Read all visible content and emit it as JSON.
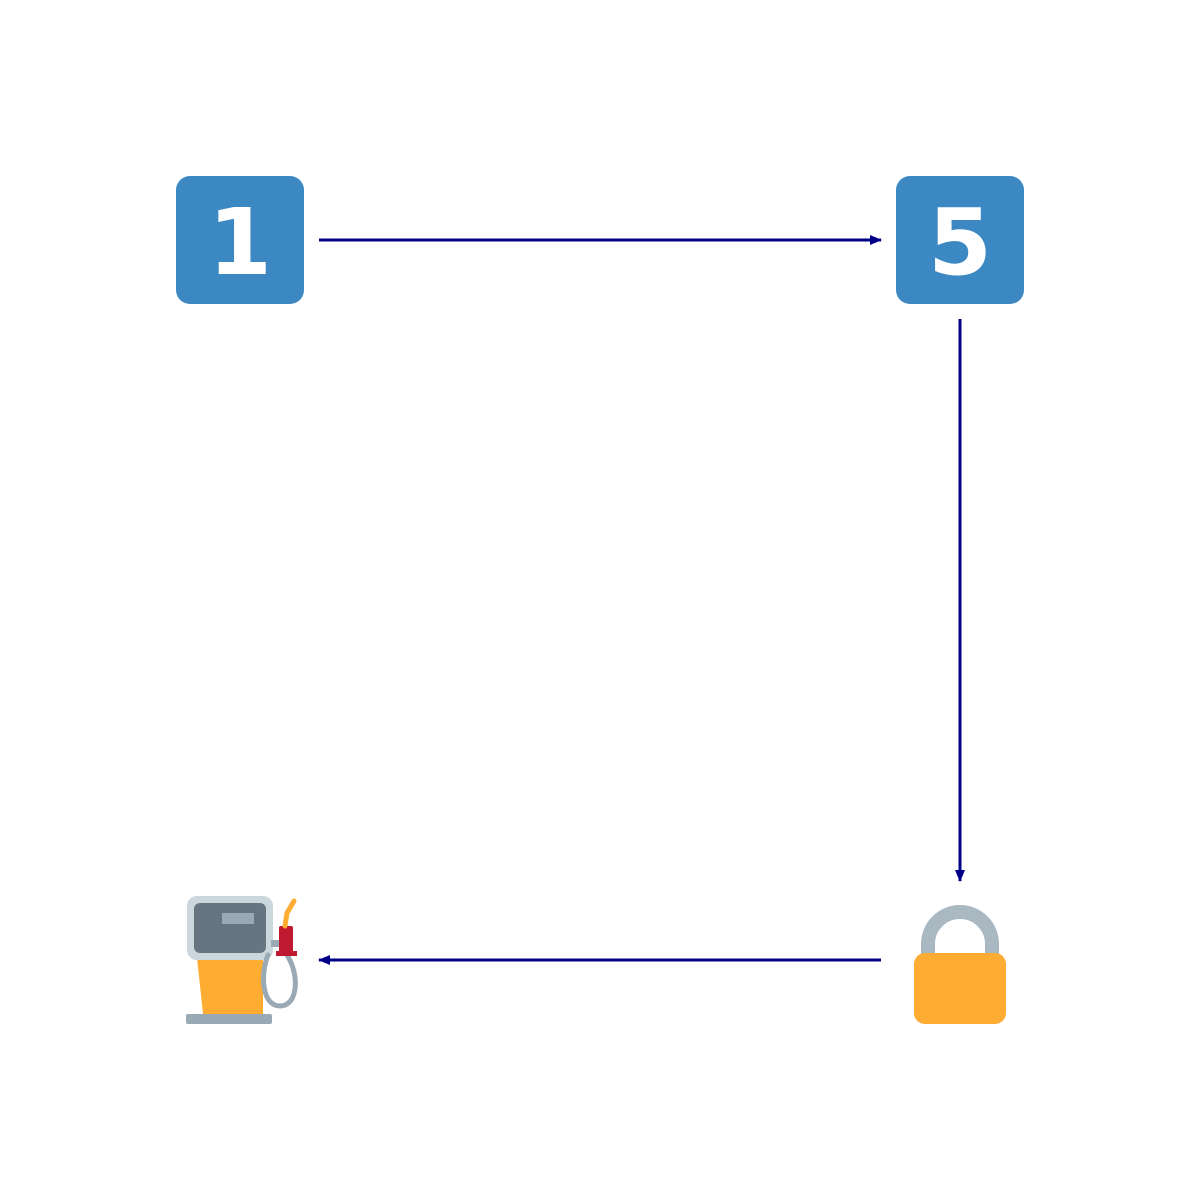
{
  "colors": {
    "background": "#ffffff",
    "keycap": "#3b88c3",
    "keycap_text": "#ffffff",
    "arrow": "#00008b",
    "pump_screen_frame": "#ccd6dd",
    "pump_screen": "#66757f",
    "pump_display": "#99aab5",
    "pump_body": "#ffac33",
    "pump_base": "#99aab5",
    "pump_hose": "#99aab5",
    "pump_nozzle": "#be1931",
    "pump_tip": "#ffac33",
    "lock_shackle": "#aab8c2",
    "lock_body": "#ffac33"
  },
  "nodes": [
    {
      "id": "node-1",
      "kind": "keycap",
      "label": "1",
      "icon": "keycap-digit-one-icon"
    },
    {
      "id": "node-5",
      "kind": "keycap",
      "label": "5",
      "icon": "keycap-digit-five-icon"
    },
    {
      "id": "node-lock",
      "kind": "icon",
      "icon": "locked-padlock-icon"
    },
    {
      "id": "node-fuel",
      "kind": "icon",
      "icon": "fuel-pump-icon"
    }
  ],
  "edges": [
    {
      "from": "node-1",
      "to": "node-5"
    },
    {
      "from": "node-5",
      "to": "node-lock"
    },
    {
      "from": "node-lock",
      "to": "node-fuel"
    }
  ]
}
